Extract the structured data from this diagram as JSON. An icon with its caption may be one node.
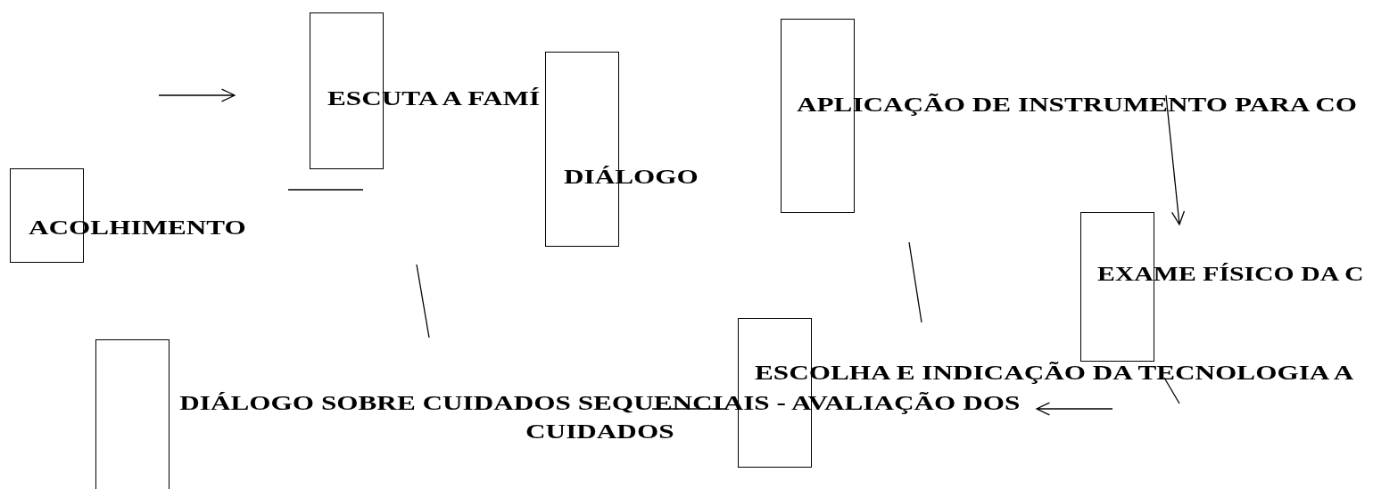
{
  "diagram": {
    "nodes": [
      {
        "text": [],
        "shape": "box"
      },
      {
        "text": [],
        "shape": "box"
      },
      {
        "text": [],
        "shape": "box"
      },
      {
        "text": [],
        "shape": "box"
      },
      {
        "text": [],
        "shape": "box"
      },
      {
        "text": [],
        "shape": "box"
      },
      {
        "text": [],
        "shape": "box"
      }
    ],
    "labels": [
      "ESCUTA A FAMÍ",
      "APLICAÇÃO DE INSTRUMENTO PARA CO",
      "DIÁLOGO",
      "ACOLHIMENTO",
      "EXAME FÍSICO DA C",
      "ESCOLHA E INDICAÇÃO DA TECNOLOGIA A",
      "DIÁLOGO SOBRE CUIDADOS SEQUENCIAIS - AVALIAÇÃO DOS CUIDADOS"
    ]
  }
}
